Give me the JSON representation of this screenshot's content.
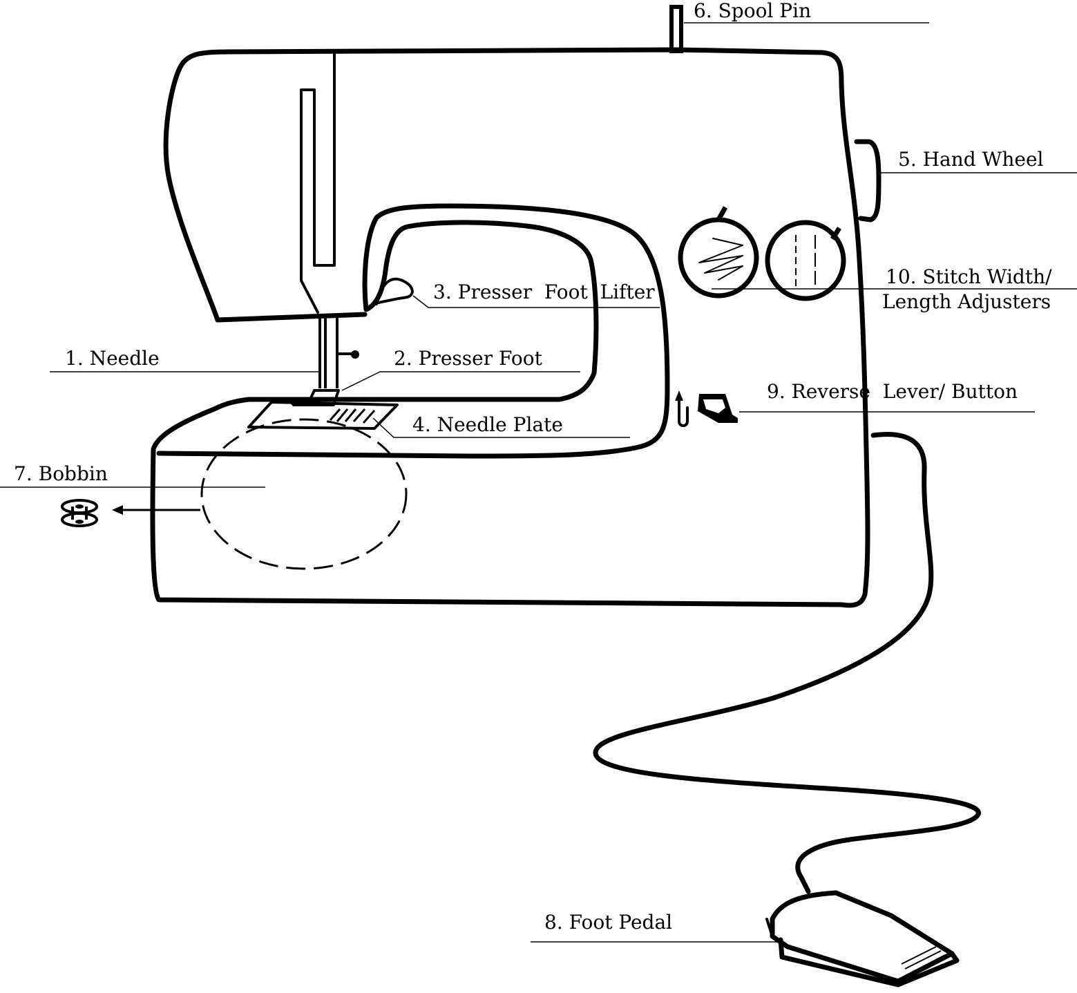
{
  "colors": {
    "ink": "#000000",
    "background": "#ffffff"
  },
  "labels": {
    "needle": "1. Needle",
    "presser_foot": "2. Presser Foot",
    "presser_foot_lifter": "3. Presser  Foot  Lifter",
    "needle_plate": "4. Needle Plate",
    "hand_wheel": "5. Hand Wheel",
    "spool_pin": "6. Spool Pin",
    "bobbin": "7. Bobbin",
    "foot_pedal": "8. Foot Pedal",
    "reverse_lever": "9. Reverse  Lever/ Button",
    "stitch_adjusters_line1": "10. Stitch Width/",
    "stitch_adjusters_line2": "Length Adjusters"
  },
  "icons": [
    "bobbin-icon",
    "reverse-arrow-icon",
    "reverse-button-icon",
    "stitch-width-dial-icon",
    "stitch-length-dial-icon"
  ]
}
